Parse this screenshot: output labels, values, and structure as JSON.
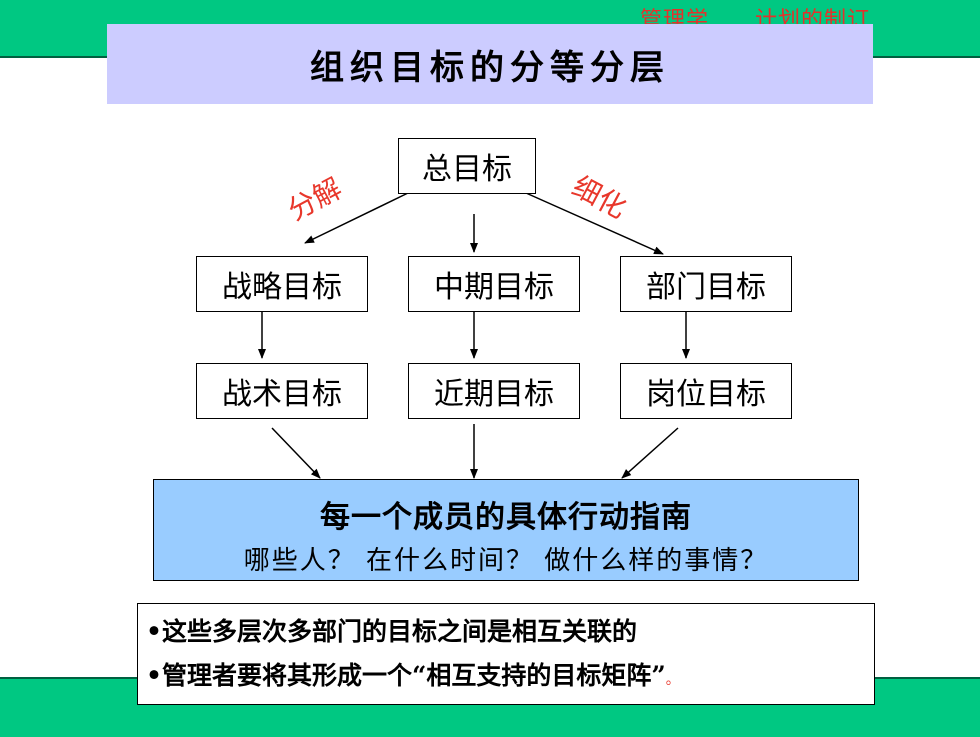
{
  "header": {
    "note_left": "管理学",
    "note_right": "计划的制订"
  },
  "title": "组织目标的分等分层",
  "diagram": {
    "root": "总目标",
    "edge_label_left": "分解",
    "edge_label_right": "细化",
    "level1": [
      "战略目标",
      "中期目标",
      "部门目标"
    ],
    "level2": [
      "战术目标",
      "近期目标",
      "岗位目标"
    ]
  },
  "guide": {
    "main": "每一个成员的具体行动指南",
    "sub": "哪些人？ 在什么时间？ 做什么样的事情？"
  },
  "notes": {
    "line1": "•这些多层次多部门的目标之间是相互关联的",
    "line2": "•管理者要将其形成一个“相互支持的目标矩阵”",
    "line2_end": "。"
  },
  "colors": {
    "band_green": "#00c882",
    "title_fill": "#ccccff",
    "guide_fill": "#99ccff",
    "accent_red": "#e8372b"
  }
}
